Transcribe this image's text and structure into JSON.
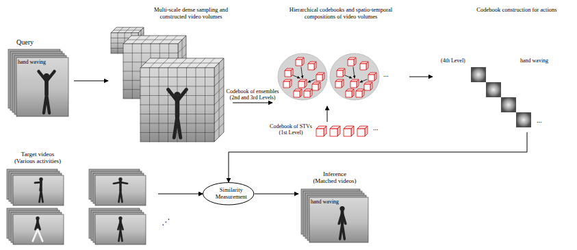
{
  "diagram": {
    "nodes": [
      {
        "text": [
          "Query",
          "hand waving"
        ]
      },
      {
        "text": [
          "Multi-scale dense sampling and constructed video volumes"
        ]
      },
      {
        "text": [
          "Hierarchical codebooks and spatio-temporal compositions of video volumes"
        ]
      },
      {
        "text": [
          "Codebook of STVs (1st Level)"
        ]
      },
      {
        "text": [
          "Codebook construction for actions",
          "(4th Level)",
          "hand waving"
        ]
      },
      {
        "text": [
          "Target videos (Various activities)"
        ]
      },
      {
        "text": [
          "Similarity Measurement"
        ]
      },
      {
        "text": [
          "Inference (Matched videos)",
          "hand waving"
        ]
      }
    ],
    "edges": [
      {
        "from": 0,
        "to": 1,
        "arrow": "to"
      },
      {
        "from": 1,
        "to": 2,
        "label": "Codebook of ensembles (2nd and 3rd Levels)",
        "arrow": "to"
      },
      {
        "from": 3,
        "to": 2,
        "arrow": "to"
      },
      {
        "from": 2,
        "to": 4,
        "arrow": "to"
      },
      {
        "from": 4,
        "to": 6,
        "arrow": "to"
      },
      {
        "from": 5,
        "to": 6,
        "arrow": "to"
      },
      {
        "from": 6,
        "to": 7,
        "arrow": "to"
      }
    ],
    "labels": [
      "...",
      "...",
      "...",
      "⋰"
    ]
  }
}
